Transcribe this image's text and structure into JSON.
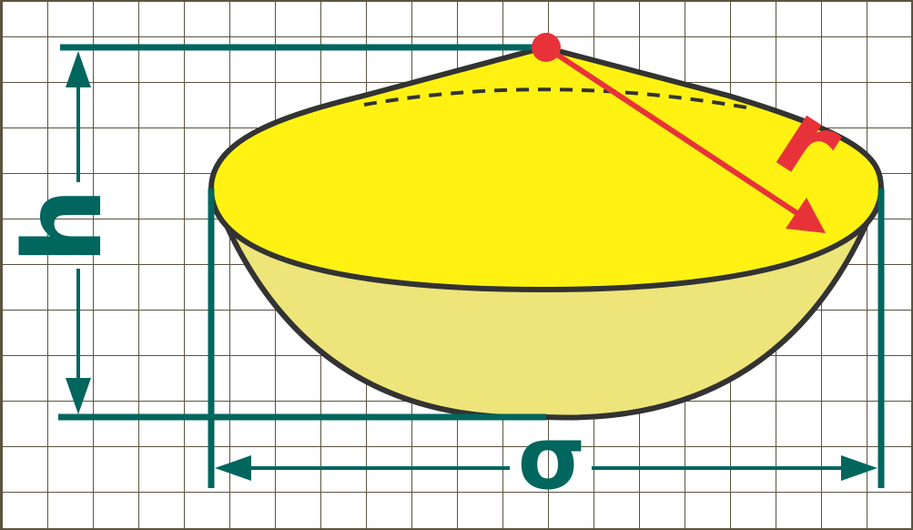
{
  "labels": {
    "height": "h",
    "radius": "r",
    "width": "σ"
  },
  "colors": {
    "grid": "#5a5440",
    "background": "#ffffff",
    "dimension": "#00665e",
    "outline": "#333333",
    "top_fill": "#fff212",
    "bowl_fill": "#ede57a",
    "radius": "#e8323a"
  }
}
